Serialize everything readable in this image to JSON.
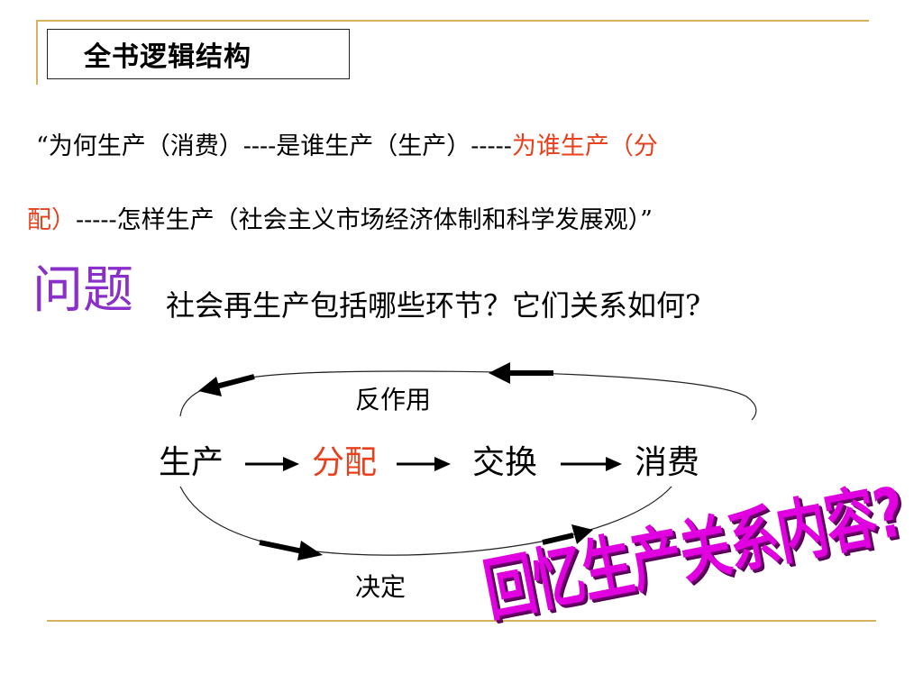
{
  "slide": {
    "title": "全书逻辑结构",
    "quote": {
      "line1_black": "“为何生产（消费）----是谁生产（生产）-----",
      "line1_red": "为谁生产（分",
      "line2_red": "配）",
      "line2_black": "-----怎样生产（社会主义市场经济体制和科学发展观）”"
    },
    "question": {
      "label": "问题",
      "text": "社会再生产包括哪些环节？它们关系如何?"
    },
    "diagram": {
      "nodes": {
        "production": "生产",
        "distribution": "分配",
        "exchange": "交换",
        "consumption": "消费"
      },
      "upper_label": "反作用",
      "lower_label": "决定"
    },
    "wordart": "回忆生产关系内容?",
    "colors": {
      "accent_red": "#e8401c",
      "question_purple": "#8a2fc9",
      "wordart_magenta": "#e000e0",
      "rule_gold": "#d4b15a"
    }
  }
}
